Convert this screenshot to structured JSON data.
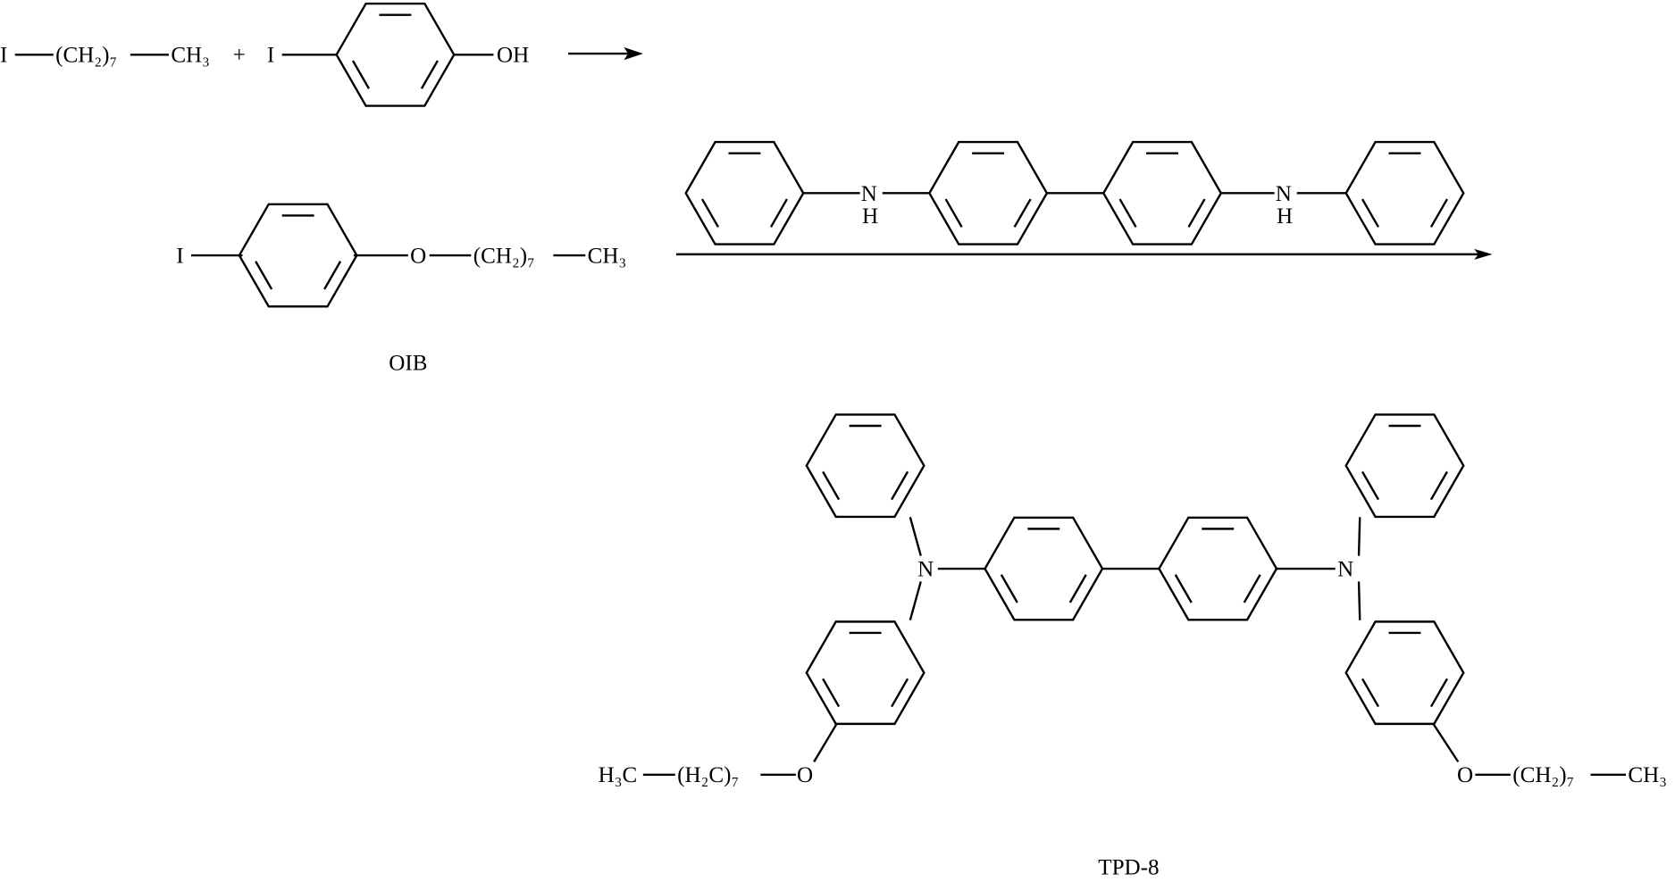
{
  "reaction_step_1": {
    "reagent_1": {
      "iodo": "I",
      "chain": "(CH₂)₇",
      "terminal": "CH₃"
    },
    "plus": "+",
    "reagent_2": {
      "iodo": "I",
      "hydroxyl": "OH"
    }
  },
  "intermediate": {
    "iodo": "I",
    "oxygen": "O",
    "chain": "(CH₂)₇",
    "terminal": "CH₃",
    "name": "OIB"
  },
  "coupling_reagent": {
    "amine_left": {
      "atom": "N",
      "hydrogen": "H"
    },
    "amine_right": {
      "atom": "N",
      "hydrogen": "H"
    }
  },
  "product": {
    "nitrogen_left": "N",
    "nitrogen_right": "N",
    "left_tail": {
      "terminal": "H₃C",
      "chain": "(H₂C)₇",
      "oxygen": "O"
    },
    "right_tail": {
      "oxygen": "O",
      "chain": "(CH₂)₇",
      "terminal": "CH₃"
    },
    "name": "TPD-8"
  }
}
